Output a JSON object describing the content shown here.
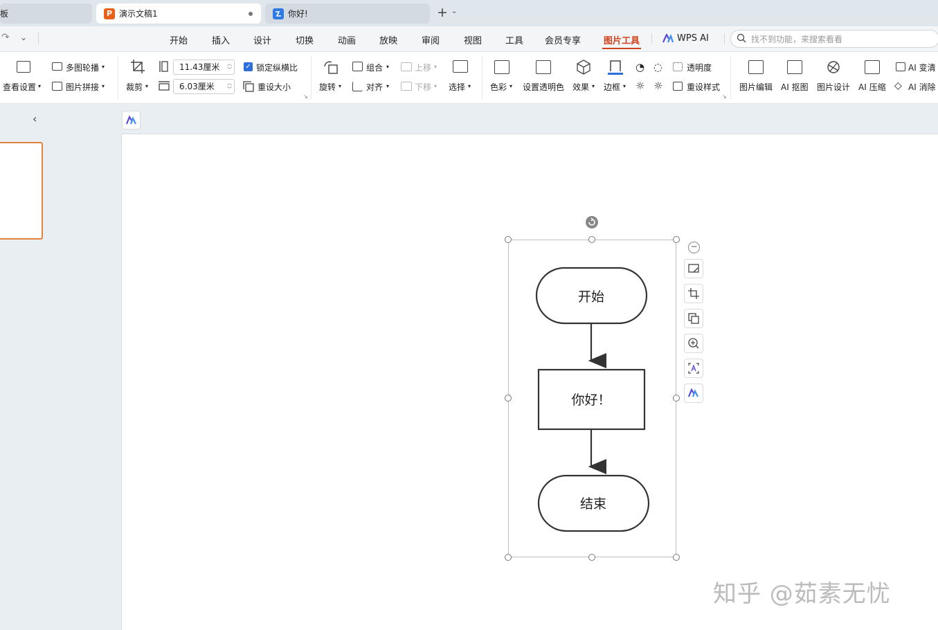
{
  "tabs": [
    {
      "label": "板",
      "state": "inactive"
    },
    {
      "label": "演示文稿1",
      "state": "active",
      "icon_text": "P",
      "modified": true
    },
    {
      "label": "你好!",
      "state": "inactive"
    }
  ],
  "menu": {
    "items": [
      "开始",
      "插入",
      "设计",
      "切换",
      "动画",
      "放映",
      "审阅",
      "视图",
      "工具",
      "会员专享",
      "图片工具",
      "WPS AI"
    ],
    "active": "图片工具"
  },
  "search": {
    "placeholder": "找不到功能，来搜索看看"
  },
  "ribbon": {
    "view_settings": "查看设置",
    "multi_outline": "多图轮播",
    "image_collage": "图片拼接",
    "crop": "裁剪",
    "width_value": "11.43厘米",
    "height_value": "6.03厘米",
    "lock_ratio": "锁定纵横比",
    "reset_size": "重设大小",
    "rotate": "旋转",
    "group": "组合",
    "align": "对齐",
    "move_up": "上移",
    "move_down": "下移",
    "select": "选择",
    "color": "色彩",
    "set_transparent": "设置透明色",
    "effects": "效果",
    "border": "边框",
    "transparency": "透明度",
    "reset_style": "重设样式",
    "image_edit": "图片编辑",
    "ai_cutout": "AI 抠图",
    "image_design": "图片设计",
    "ai_compress": "AI 压缩",
    "ai_clear": "AI 变清",
    "ai_erase": "AI 消除"
  },
  "flowchart": {
    "start": "开始",
    "middle": "你好！",
    "end": "结束"
  },
  "watermark": "知乎 @茹素无忧",
  "colors": {
    "accent": "#d0431e",
    "thumb_border": "#e0823c",
    "checkbox": "#2c6fdb"
  }
}
